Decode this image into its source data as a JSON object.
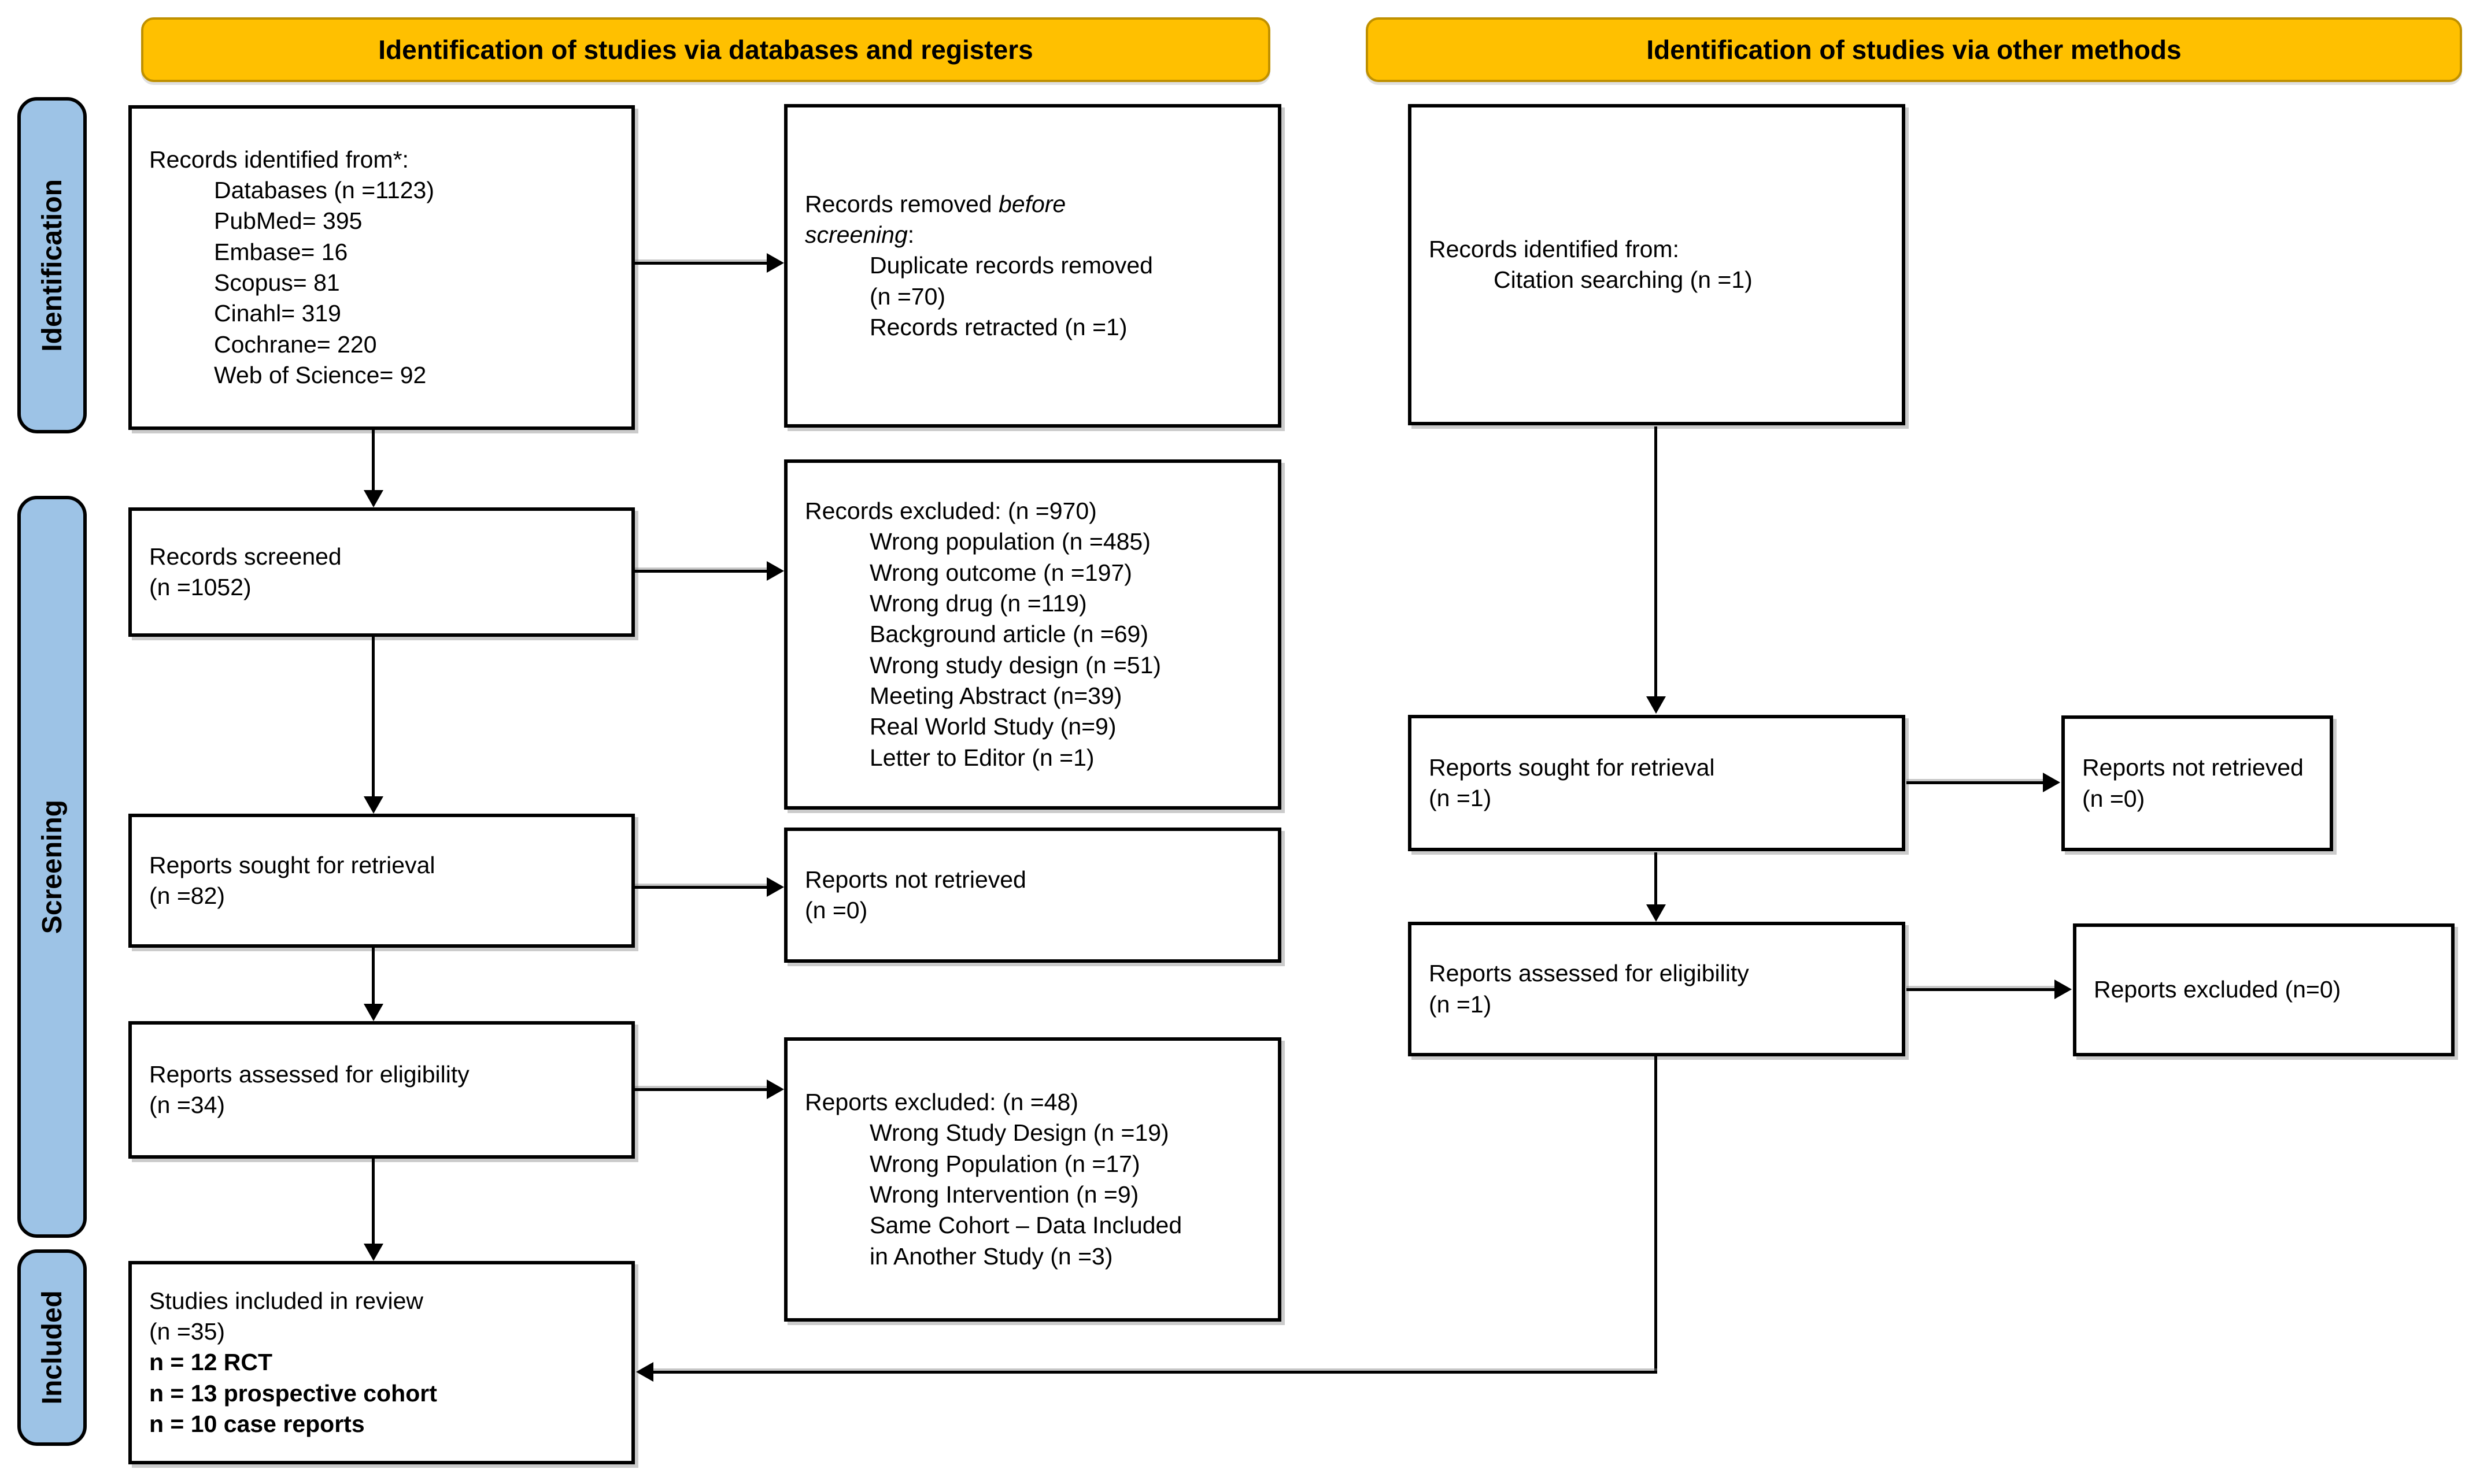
{
  "colors": {
    "header_bg": "#FFC000",
    "header_border": "#BF9000",
    "sidebar_bg": "#9DC3E6",
    "box_border": "#000000",
    "background": "#FFFFFF"
  },
  "headers": {
    "databases": "Identification of studies via databases and registers",
    "other": "Identification of studies via other methods"
  },
  "sidebar": {
    "identification": "Identification",
    "screening": "Screening",
    "included": "Included"
  },
  "boxes": {
    "records_identified": {
      "title": "Records identified from*:",
      "items": [
        "Databases (n =1123)",
        "PubMed= 395",
        "Embase= 16",
        "Scopus= 81",
        "Cinahl= 319",
        "Cochrane= 220",
        "Web of Science= 92"
      ]
    },
    "records_removed": {
      "line1_pre": "Records removed ",
      "line1_italic": "before",
      "line2_italic": "screening",
      "line2_post": ":",
      "items": [
        "Duplicate records removed",
        "(n =70)",
        "Records retracted (n =1)"
      ]
    },
    "records_screened": {
      "line1": "Records screened",
      "line2": "(n =1052)"
    },
    "records_excluded": {
      "title": "Records excluded: (n =970)",
      "items": [
        "Wrong population (n =485)",
        "Wrong outcome (n =197)",
        "Wrong drug (n =119)",
        "Background article (n =69)",
        "Wrong study design (n =51)",
        "Meeting Abstract (n=39)",
        "Real World Study (n=9)",
        "Letter to Editor (n =1)"
      ]
    },
    "reports_sought": {
      "line1": "Reports sought for retrieval",
      "line2": "(n =82)"
    },
    "reports_not_retrieved": {
      "line1": "Reports not retrieved",
      "line2": "(n =0)"
    },
    "reports_assessed": {
      "line1": "Reports assessed for eligibility",
      "line2": "(n =34)"
    },
    "reports_excluded": {
      "title": "Reports excluded: (n =48)",
      "items": [
        "Wrong Study Design (n =19)",
        "Wrong Population (n =17)",
        "Wrong Intervention (n =9)",
        "Same Cohort – Data Included",
        "in Another Study (n =3)"
      ]
    },
    "studies_included": {
      "line1": "Studies included in review",
      "line2": "(n =35)",
      "bold_items": [
        "n = 12 RCT",
        "n = 13 prospective cohort",
        "n = 10 case reports"
      ]
    },
    "citation_records": {
      "title": "Records identified from:",
      "items": [
        "Citation searching (n =1)"
      ]
    },
    "reports_sought_other": {
      "line1": "Reports sought for retrieval",
      "line2": "(n =1)"
    },
    "reports_not_retrieved_other": {
      "line1": "Reports not retrieved",
      "line2": "(n =0)"
    },
    "reports_assessed_other": {
      "line1": "Reports assessed for eligibility",
      "line2": "(n =1)"
    },
    "reports_excluded_other": {
      "line1": "Reports excluded (n=0)"
    }
  }
}
